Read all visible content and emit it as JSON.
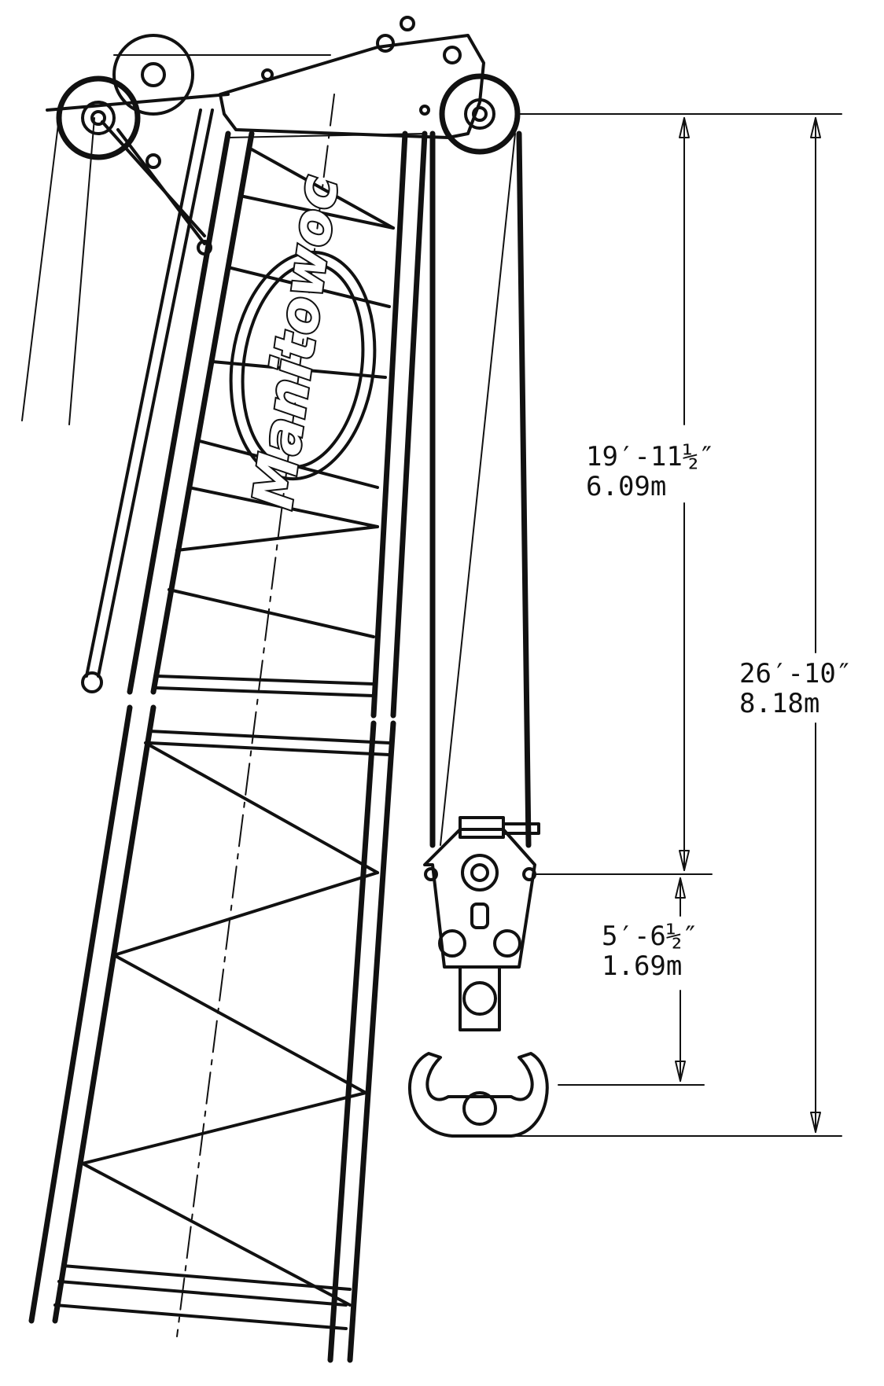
{
  "brand": {
    "logo_text": "Manitowoc"
  },
  "dimensions": {
    "upper": {
      "imperial": "19′-11½″",
      "metric": "6.09m"
    },
    "overall": {
      "imperial": "26′-10″",
      "metric": "8.18m"
    },
    "lower": {
      "imperial": "5′-6½″",
      "metric": "1.69m"
    }
  },
  "colors": {
    "ink": "#111111",
    "paper": "#ffffff"
  }
}
